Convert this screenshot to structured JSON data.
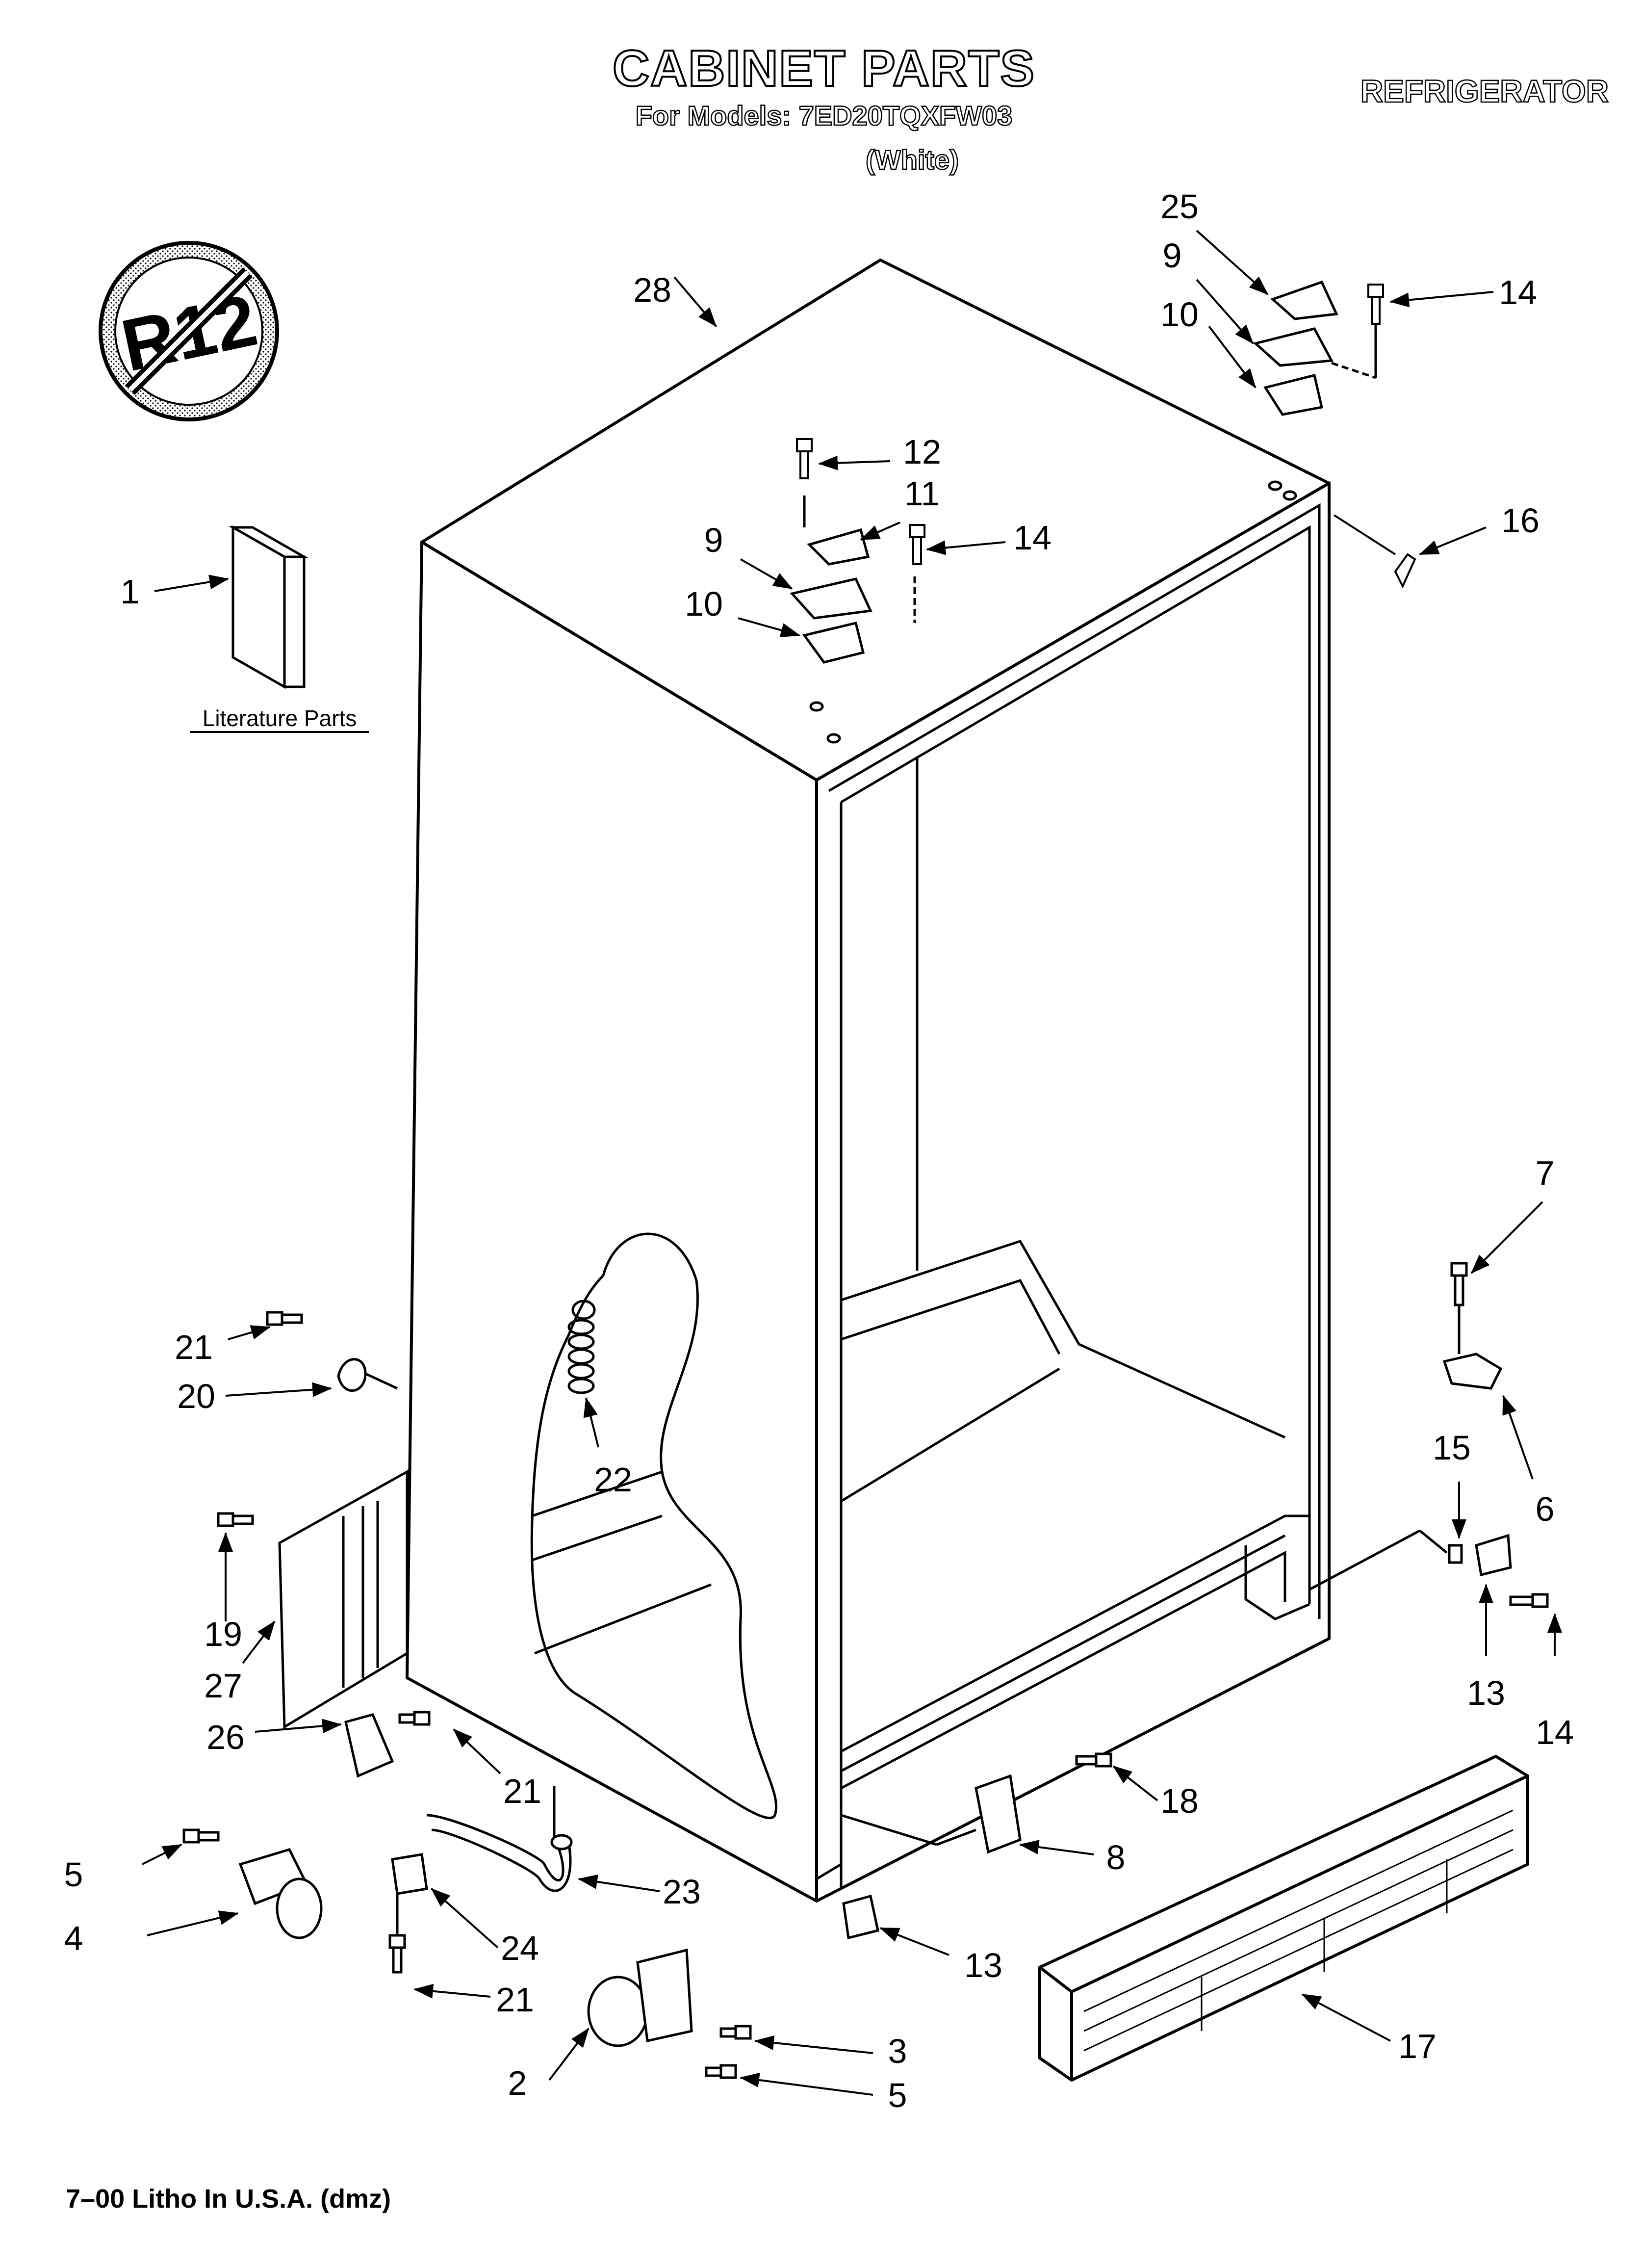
{
  "header": {
    "title": "CABINET PARTS",
    "model_line": "For Models: 7ED20TQXFW03",
    "variant": "(White)",
    "category": "REFRIGERATOR"
  },
  "badge": {
    "text": "R12",
    "meaning": "no-r12-icon"
  },
  "literature": {
    "label": "Literature Parts"
  },
  "callouts": {
    "c1": "1",
    "c2": "2",
    "c3": "3",
    "c4": "4",
    "c5a": "5",
    "c5b": "5",
    "c6": "6",
    "c7": "7",
    "c8": "8",
    "c9a": "9",
    "c9b": "9",
    "c10a": "10",
    "c10b": "10",
    "c11": "11",
    "c12": "12",
    "c13a": "13",
    "c13b": "13",
    "c14a": "14",
    "c14b": "14",
    "c14c": "14",
    "c15": "15",
    "c16": "16",
    "c17": "17",
    "c18": "18",
    "c19": "19",
    "c20": "20",
    "c21a": "21",
    "c21b": "21",
    "c21c": "21",
    "c22": "22",
    "c23": "23",
    "c24": "24",
    "c25": "25",
    "c26": "26",
    "c27": "27",
    "c28": "28"
  },
  "footer": {
    "note": "7–00 Litho In U.S.A. (dmz)"
  }
}
